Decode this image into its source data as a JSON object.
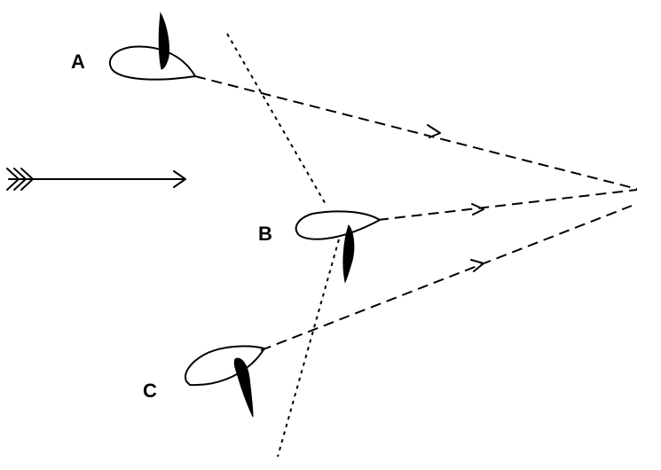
{
  "boats": [
    {
      "id": "A",
      "label": "A"
    },
    {
      "id": "B",
      "label": "B"
    },
    {
      "id": "C",
      "label": "C"
    }
  ],
  "wind_icon": "triple-chevron-arrow",
  "colors": {
    "ink": "#000000",
    "background": "#ffffff"
  }
}
